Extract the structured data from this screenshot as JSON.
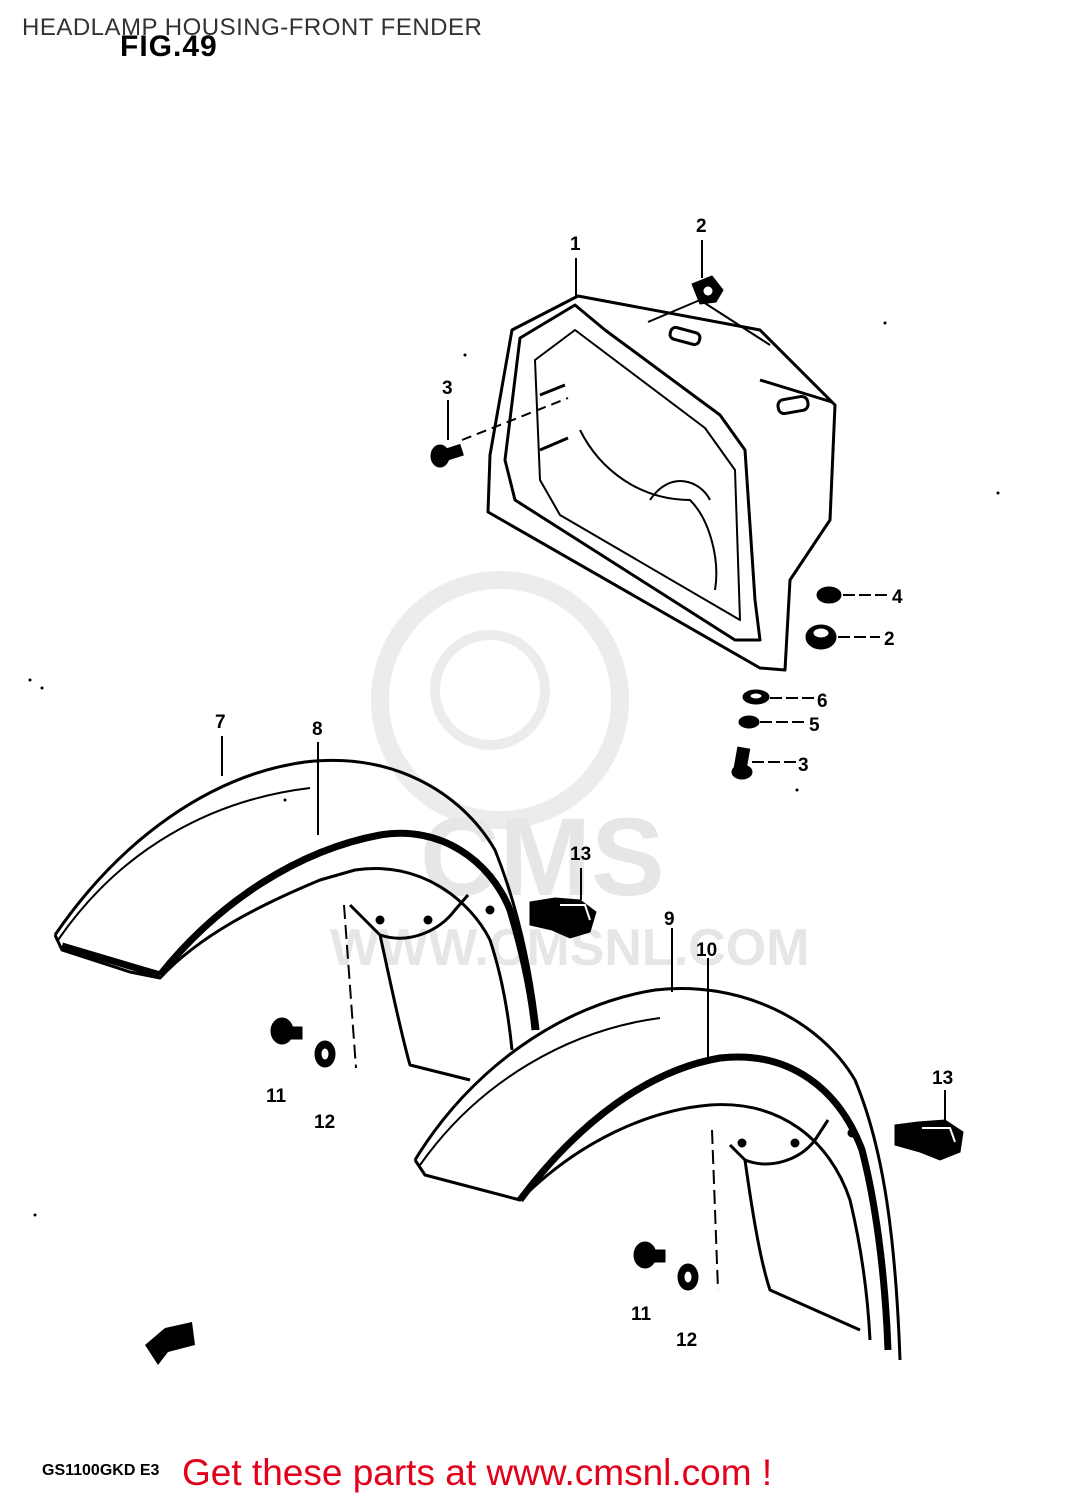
{
  "page": {
    "title": "HEADLAMP HOUSING-FRONT FENDER",
    "figure_label": "FIG.49",
    "model_code": "GS1100GKD E3",
    "footer": "Get these parts at www.cmsnl.com !"
  },
  "watermark": {
    "brand": "CMS",
    "url": "WWW.CMSNL.COM"
  },
  "callouts": {
    "c1": "1",
    "c2a": "2",
    "c2b": "2",
    "c3a": "3",
    "c3b": "3",
    "c4": "4",
    "c5": "5",
    "c6": "6",
    "c7": "7",
    "c8": "8",
    "c9": "9",
    "c10": "10",
    "c11a": "11",
    "c11b": "11",
    "c12a": "12",
    "c12b": "12",
    "c13a": "13",
    "c13b": "13"
  },
  "icons": {
    "direction": "direction-arrow-icon"
  }
}
